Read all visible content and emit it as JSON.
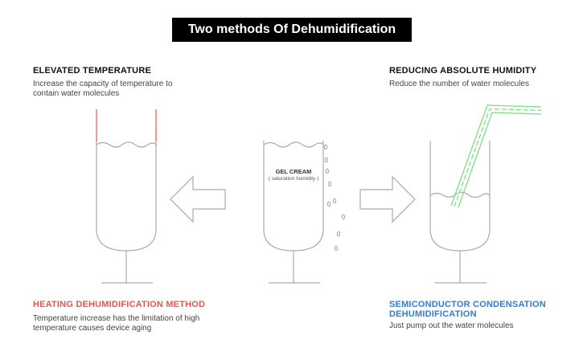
{
  "title": "Two methods Of Dehumidification",
  "left": {
    "heading": "ELEVATED TEMPERATURE",
    "desc_line1": "Increase the capacity of temperature to",
    "desc_line2": "contain water molecules",
    "method": "HEATING DEHUMIDIFICATION METHOD",
    "method_color": "#e8534f",
    "bottom_line1": "Temperature increase has the limitation of high",
    "bottom_line2": "temperature causes device aging"
  },
  "right": {
    "heading": "REDUCING ABSOLUTE HUMIDITY",
    "desc": "Reduce the number of water molecules",
    "method_line1": "SEMICONDUCTOR CONDENSATION",
    "method_line2": "DEHUMIDIFICATION",
    "method_color": "#2b7fd6",
    "bottom": "Just pump out the water molecules"
  },
  "center": {
    "label": "GEL CREAM",
    "sublabel": "( saturation humidity )"
  },
  "colors": {
    "outline": "#aaaaaa",
    "heat_lines": "#e8534f",
    "pipe": "#7be07b"
  }
}
